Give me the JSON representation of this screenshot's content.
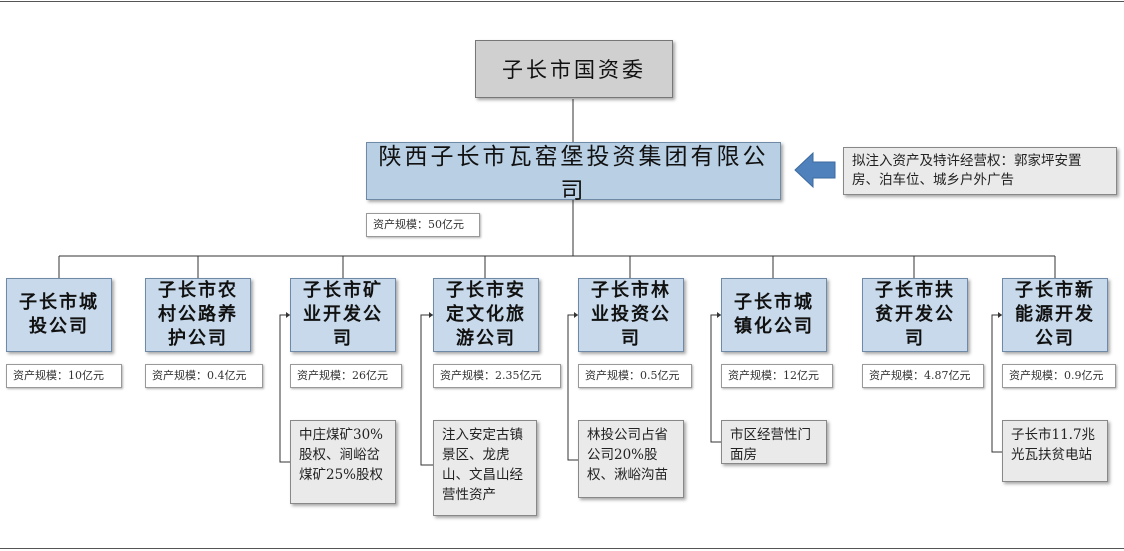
{
  "root": {
    "title": "子长市国资委"
  },
  "group": {
    "name": "陕西子长市瓦窑堡投资集团有限公司",
    "scale": "资产规模：50亿元"
  },
  "inject_note": "拟注入资产及特许经营权：郭家坪安置房、泊车位、城乡户外广告",
  "subsidiaries": [
    {
      "name": "子长市城投公司",
      "scale": "资产规模：10亿元"
    },
    {
      "name": "子长市农村公路养护公司",
      "scale": "资产规模：0.4亿元"
    },
    {
      "name": "子长市矿业开发公司",
      "scale": "资产规模：26亿元",
      "note": "中庄煤矿30%股权、涧峪岔煤矿25%股权"
    },
    {
      "name": "子长市安定文化旅游公司",
      "scale": "资产规模：2.35亿元",
      "note": "注入安定古镇景区、龙虎山、文昌山经营性资产"
    },
    {
      "name": "子长市林业投资公司",
      "scale": "资产规模：0.5亿元",
      "note": "林投公司占省公司20%股权、湫峪沟苗"
    },
    {
      "name": "子长市城镇化公司",
      "scale": "资产规模：12亿元",
      "note": "市区经营性门面房"
    },
    {
      "name": "子长市扶贫开发公司",
      "scale": "资产规模：4.87亿元"
    },
    {
      "name": "子长市新能源开发公司",
      "scale": "资产规模：0.9亿元",
      "note": "子长市11.7兆光瓦扶贫电站"
    }
  ],
  "colors": {
    "root_fill": "#d0d0d0",
    "box_fill": "#c7d9ea",
    "arrow": "#4f81bd",
    "note_fill": "#eaeaea"
  },
  "icons": {
    "inject_arrow": "left-arrow-icon"
  }
}
